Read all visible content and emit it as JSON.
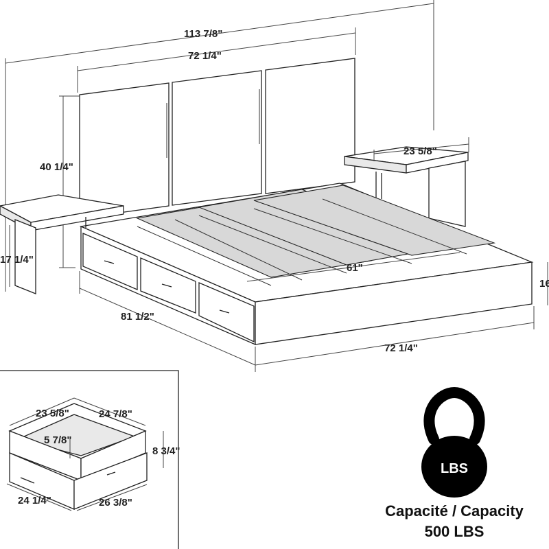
{
  "dimensions": {
    "overall_width": "113 7/8\"",
    "headboard_width": "72 1/4\"",
    "headboard_height": "40 1/4\"",
    "nightstand_width": "23 5/8\"",
    "nightstand_height": "17 1/4\"",
    "bed_length": "81 1/2\"",
    "bed_width": "72 1/4\"",
    "slat_span": "61\"",
    "bed_height": "16"
  },
  "drawer_dimensions": {
    "depth": "23 5/8\"",
    "length": "24 7/8\"",
    "inner_height": "5 7/8\"",
    "height": "8 3/4\"",
    "front_depth": "24 1/4\"",
    "front_length": "26 3/8\""
  },
  "capacity": {
    "badge": "LBS",
    "label": "Capacité / Capacity",
    "value": "500 LBS"
  }
}
